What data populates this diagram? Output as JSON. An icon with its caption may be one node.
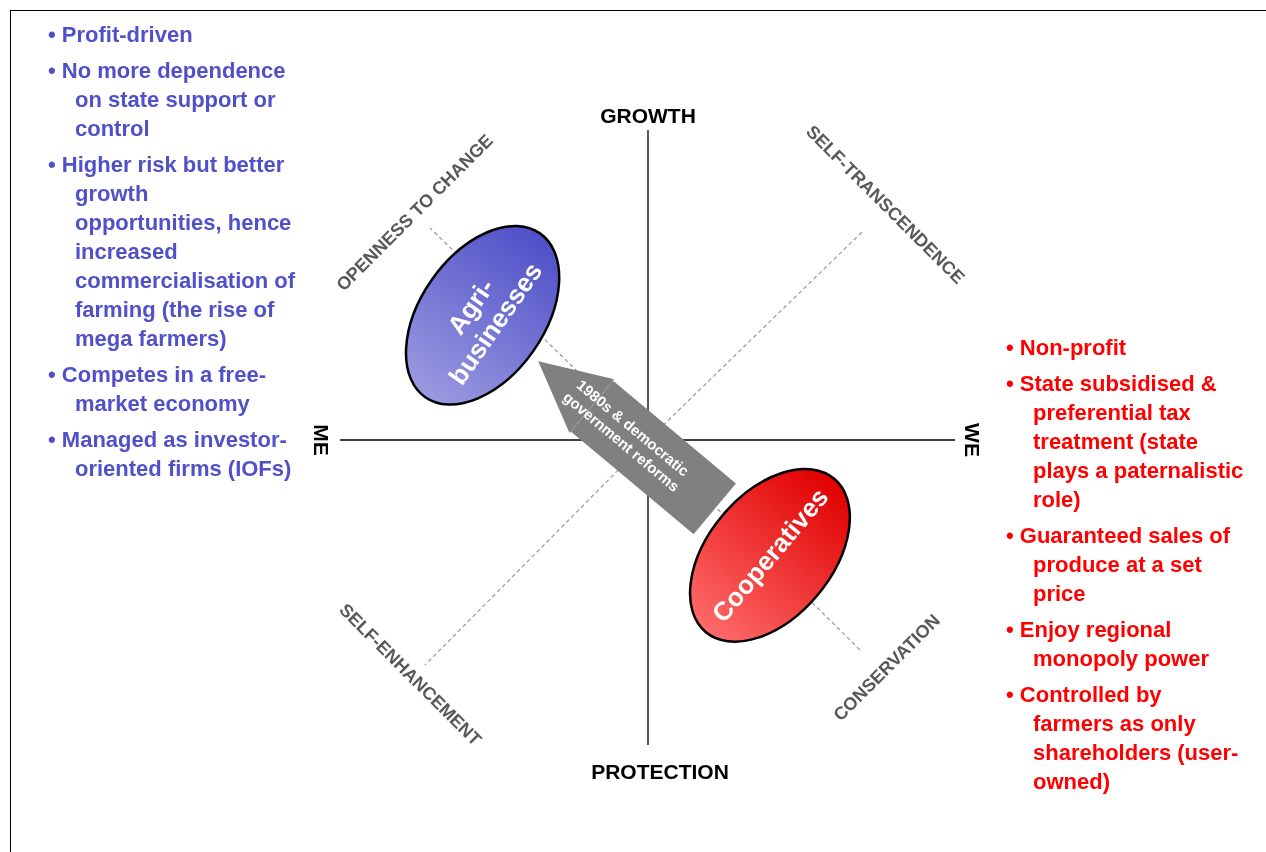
{
  "diagram": {
    "nodes": [
      {
        "text": [
          "Agri- businesses"
        ]
      },
      {
        "text": [
          "Cooperatives"
        ]
      }
    ],
    "edges": [
      {
        "from": 1,
        "to": 0,
        "arrow": "to",
        "label": "1980s & democratic government reforms"
      }
    ],
    "labels": [
      "• Profit-driven",
      "• No more dependence on state support or control",
      "• Higher risk but better growth opportunities, hence increased commercialisation of farming (the rise of mega farmers)",
      "• Competes in a free-market economy",
      "• Managed as investor-oriented firms (IOFs)",
      "GROWTH",
      "OPENNESS TO CHANGE",
      "SELF-TRANSCENDENCE",
      "ME",
      "WE",
      "• Non-profit",
      "• State subsidised & preferential tax treatment (state plays a paternalistic role)",
      "• Guaranteed sales of produce at a set price",
      "• Enjoy regional monopoly power",
      "• Controlled by farmers as only shareholders (user-owned)",
      "SELF-ENHANCEMENT",
      "CONSERVATION",
      "PROTECTION"
    ]
  }
}
